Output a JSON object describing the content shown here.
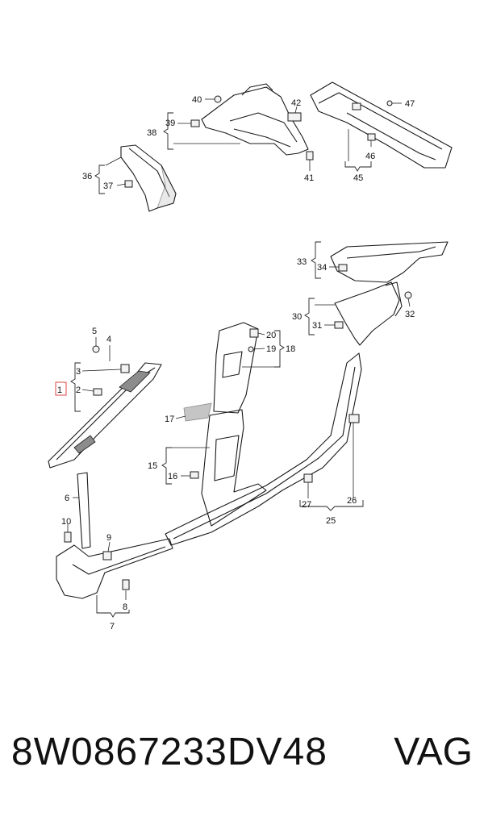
{
  "diagram": {
    "callouts": {
      "c1": "1",
      "c2": "2",
      "c3": "3",
      "c4": "4",
      "c5": "5",
      "c6": "6",
      "c7": "7",
      "c8": "8",
      "c9": "9",
      "c10": "10",
      "c15": "15",
      "c16": "16",
      "c17": "17",
      "c18": "18",
      "c19": "19",
      "c20": "20",
      "c25": "25",
      "c26": "26",
      "c27": "27",
      "c30": "30",
      "c31": "31",
      "c32": "32",
      "c33": "33",
      "c34": "34",
      "c36": "36",
      "c37": "37",
      "c38": "38",
      "c39": "39",
      "c40": "40",
      "c41": "41",
      "c42": "42",
      "c45": "45",
      "c46": "46",
      "c47": "47"
    },
    "highlighted_callout": "1"
  },
  "footer": {
    "part_number": "8W0867233DV48",
    "brand": "VAG"
  }
}
